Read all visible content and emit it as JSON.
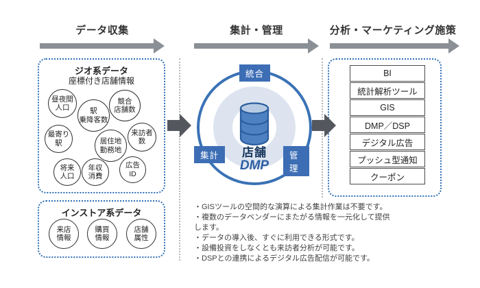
{
  "colors": {
    "accent_blue": "#2e6db4",
    "tag_blue": "#3d6eb5",
    "ring_light_blue": "#dde4f0",
    "db_body_blue": "#4e81c2",
    "db_top_blue": "#b6cbe3",
    "db_outline_blue": "#2a5d9e",
    "hub_title_navy": "#17365d",
    "hub_sub_blue": "#2d5fa3",
    "header_arrow_gray": "#8a9096",
    "flow_arrow_gray": "#54585e"
  },
  "header": {
    "steps": [
      {
        "label": "データ収集"
      },
      {
        "label": "集計・管理"
      },
      {
        "label": "分析・マーケティング施策"
      }
    ]
  },
  "geo_panel": {
    "title": "ジオ系データ",
    "subtitle": "座標付き店舗情報",
    "bubbles": [
      "昼夜間\n人口",
      "駅\n乗降客数",
      "競合\n店舗数",
      "最寄り\n駅",
      "居住地\n勤務地",
      "来訪者\n数",
      "将来\n人口",
      "年収\n消費",
      "広告\nID"
    ]
  },
  "instore_panel": {
    "title": "インストア系データ",
    "bubbles": [
      "来店\n情報",
      "購買\n情報",
      "店舗\n属性"
    ]
  },
  "hub": {
    "tag_top": "統合",
    "tag_left": "集計",
    "tag_right": "管理",
    "title": "店舗",
    "subtitle": "DMP"
  },
  "tools_panel": {
    "items": [
      "BI",
      "統計解析ツール",
      "GIS",
      "DMP／DSP",
      "デジタル広告",
      "プッシュ型通知",
      "クーポン"
    ]
  },
  "notes": [
    "・GISツールの空間的な演算による集計作業は不要です。",
    "・複数のデータベンダーにまたがる情報を一元化して提供します。",
    "・データの導入後、すぐに利用できる形式です。",
    "・設備投資をしなくとも来訪者分析が可能です。",
    "・DSPとの連携によるデジタル広告配信が可能です。"
  ]
}
